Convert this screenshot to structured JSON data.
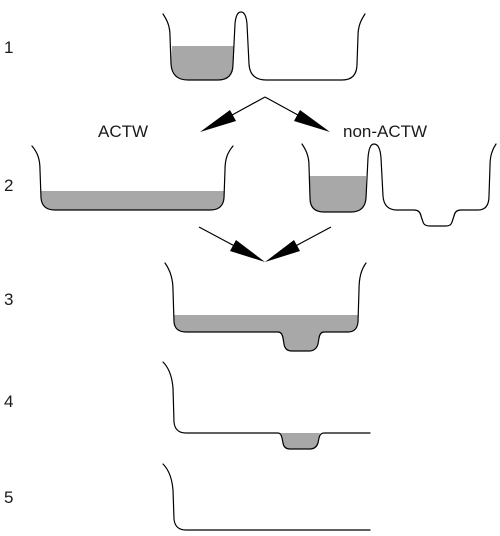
{
  "step_labels": [
    "1",
    "2",
    "3",
    "4",
    "5"
  ],
  "branch_labels": {
    "left": "ACTW",
    "right": "non-ACTW"
  },
  "colors": {
    "water": "#a8a8a8",
    "line": "#000000",
    "background": "#ffffff"
  }
}
